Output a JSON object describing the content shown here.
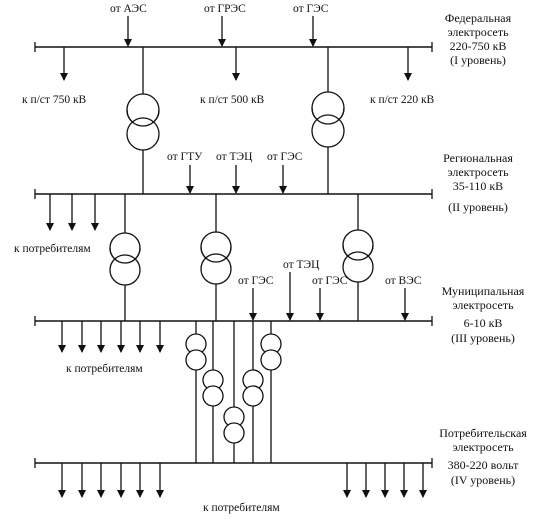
{
  "levels": [
    {
      "line1": "Федеральная",
      "line2": "электросеть",
      "line3": "220-750 кВ",
      "line4": "(I уровень)"
    },
    {
      "line1": "Региональная",
      "line2": "электросеть",
      "line3": "35-110 кВ",
      "line4": "(II уровень)"
    },
    {
      "line1": "Муниципальная",
      "line2": "электросеть",
      "line3": "6-10 кВ",
      "line4": "(III уровень)"
    },
    {
      "line1": "Потребительская",
      "line2": "электросеть",
      "line3": "380-220 вольт",
      "line4": "(IV уровень)"
    }
  ],
  "sources": {
    "top": [
      "от АЭС",
      "от ГРЭС",
      "от ГЭС"
    ],
    "regional": [
      "от ГТУ",
      "от ТЭЦ",
      "от ГЭС"
    ],
    "municipal": [
      "от ТЭЦ",
      "от ГЭС",
      "от ГЭС",
      "от ВЭС"
    ]
  },
  "loads": {
    "federal": [
      "к п/ст 750 кВ",
      "к п/ст 500 кВ",
      "к п/ст 220 кВ"
    ],
    "regional_consumers": "к потребителям",
    "municipal_consumers": "к потребителям",
    "local_consumers": "к потребителям"
  }
}
